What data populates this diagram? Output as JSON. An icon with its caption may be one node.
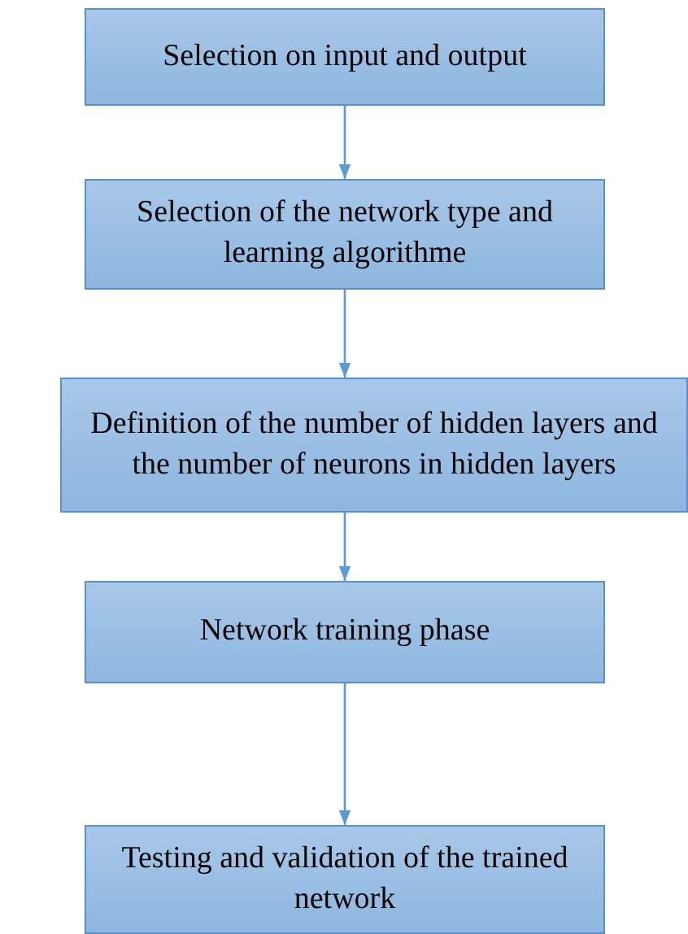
{
  "diagram": {
    "nodes": [
      {
        "text": [
          "Selection on input and output"
        ]
      },
      {
        "text": [
          "Selection of the network type and learning algorithme"
        ]
      },
      {
        "text": [
          "Definition of the number of hidden layers and the number of neurons in hidden layers"
        ]
      },
      {
        "text": [
          "Network training phase"
        ]
      },
      {
        "text": [
          "Testing and validation of the trained network"
        ]
      }
    ],
    "edges": [
      {
        "from": 0,
        "to": 1,
        "arrow": "to"
      },
      {
        "from": 1,
        "to": 2,
        "arrow": "to"
      },
      {
        "from": 2,
        "to": 3,
        "arrow": "to"
      },
      {
        "from": 3,
        "to": 4,
        "arrow": "to"
      }
    ]
  }
}
